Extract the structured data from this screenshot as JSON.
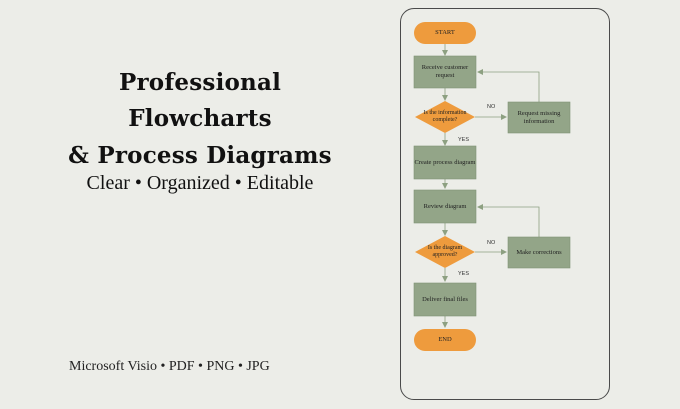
{
  "headline": {
    "line1": "Professional",
    "line2": "Flowcharts",
    "line3": "& Process Diagrams"
  },
  "subtitle": "Clear • Organized • Editable",
  "formats": "Microsoft Visio • PDF • PNG • JPG",
  "colors": {
    "background": "#ecede8",
    "terminal": "#ee9b3d",
    "process": "#93a588",
    "decision": "#ee9b3d",
    "connector": "#8da081"
  },
  "flowchart": {
    "start": "START",
    "receive": "Receive customer\nrequest",
    "decision1": "Is the information\ncomplete?",
    "request_missing": "Request missing\ninformation",
    "create": "Create process diagram",
    "review": "Review diagram",
    "decision2": "Is the diagram\napproved?",
    "corrections": "Make corrections",
    "deliver": "Deliver final files",
    "end": "END",
    "no_label_1": "NO",
    "yes_label_1": "YES",
    "no_label_2": "NO",
    "yes_label_2": "YES"
  }
}
